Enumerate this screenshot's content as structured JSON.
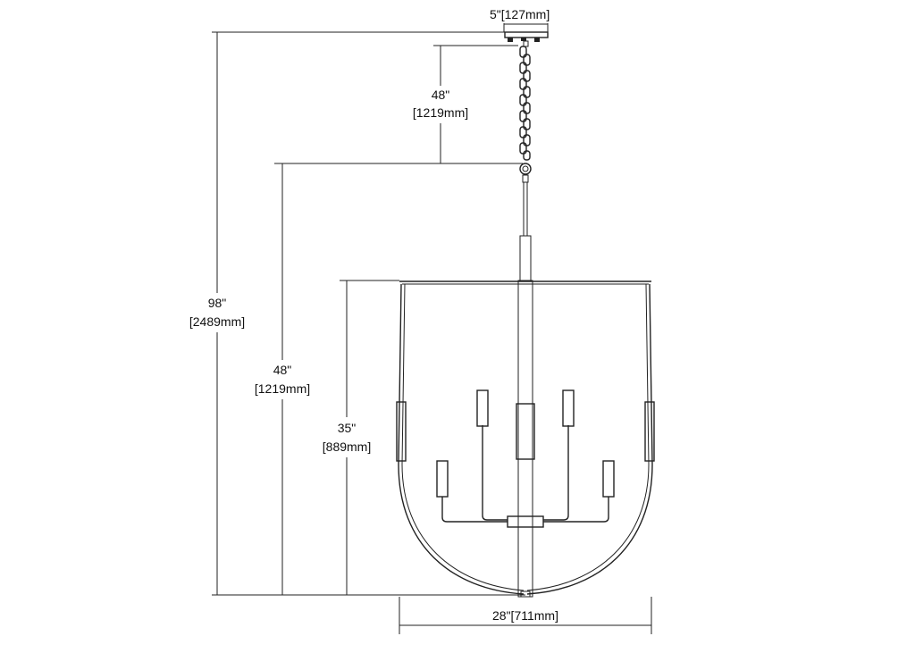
{
  "dimensions": {
    "canopy_width": "5\"[127mm]",
    "chain_length_in": "48\"",
    "chain_length_mm": "[1219mm]",
    "overall_height_in": "98\"",
    "overall_height_mm": "[2489mm]",
    "fixture_to_chain_in": "48\"",
    "fixture_to_chain_mm": "[1219mm]",
    "fixture_height_in": "35\"",
    "fixture_height_mm": "[889mm]",
    "fixture_width": "28\"[711mm]"
  }
}
